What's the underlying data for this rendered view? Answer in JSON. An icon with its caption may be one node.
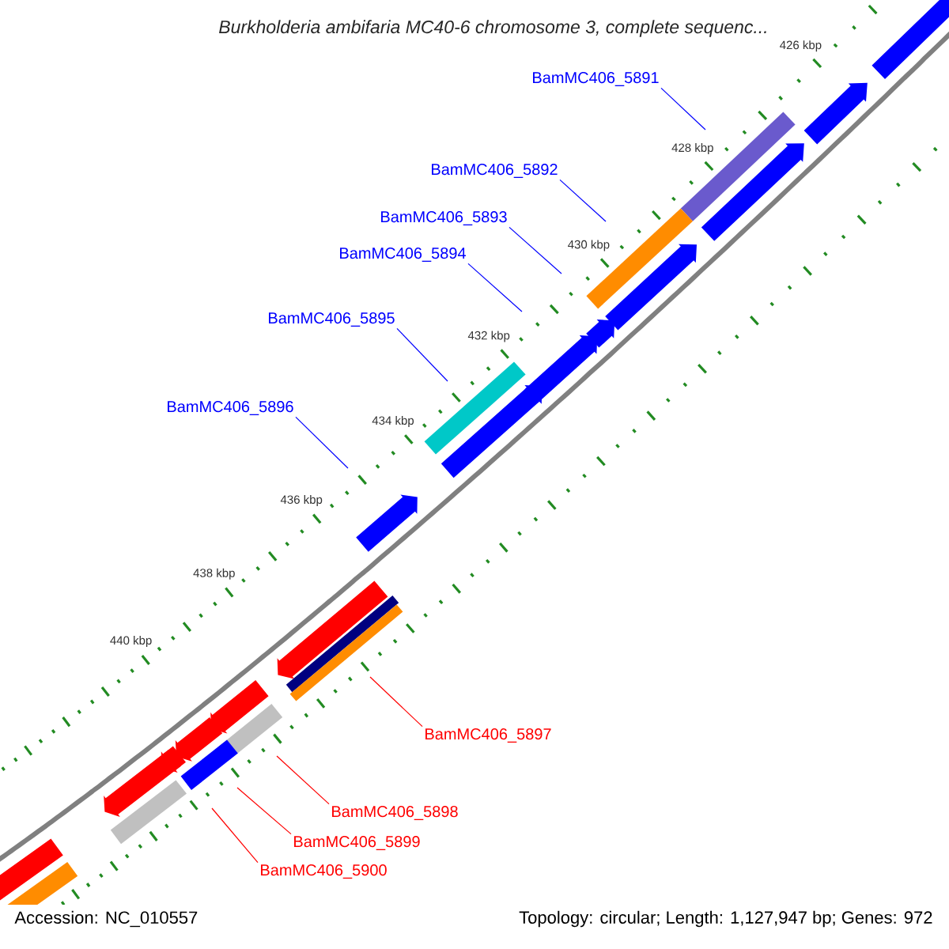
{
  "diagram": {
    "title": "Burkholderia ambifaria MC40-6 chromosome 3, complete sequenc...",
    "nodes": [
      {
        "text": [
          "BamMC406_5891"
        ]
      },
      {
        "text": [
          "BamMC406_5892"
        ]
      },
      {
        "text": [
          "BamMC406_5893"
        ]
      },
      {
        "text": [
          "BamMC406_5894"
        ]
      },
      {
        "text": [
          "BamMC406_5895"
        ]
      },
      {
        "text": [
          "BamMC406_5896"
        ]
      },
      {
        "text": [
          "BamMC406_5897"
        ]
      },
      {
        "text": [
          "BamMC406_5898"
        ]
      },
      {
        "text": [
          "BamMC406_5899"
        ]
      },
      {
        "text": [
          "BamMC406_5900"
        ]
      }
    ],
    "edges": [
      {
        "from": 0,
        "to": null,
        "arrow": "none"
      },
      {
        "from": 1,
        "to": null,
        "arrow": "none"
      },
      {
        "from": 2,
        "to": null,
        "arrow": "none"
      },
      {
        "from": 3,
        "to": null,
        "arrow": "none"
      },
      {
        "from": 4,
        "to": null,
        "arrow": "none"
      },
      {
        "from": 5,
        "to": null,
        "arrow": "none"
      },
      {
        "from": 6,
        "to": null,
        "arrow": "none",
        "color": "#ff0000"
      },
      {
        "from": 7,
        "to": null,
        "arrow": "none",
        "color": "#ff0000"
      },
      {
        "from": 8,
        "to": null,
        "arrow": "none",
        "color": "#ff0000"
      },
      {
        "from": 9,
        "to": null,
        "arrow": "none",
        "color": "#ff0000"
      }
    ],
    "labels": [
      "426 kbp",
      "428 kbp",
      "430 kbp",
      "432 kbp",
      "434 kbp",
      "436 kbp",
      "438 kbp",
      "440 kbp",
      "Accession: NC_010557",
      "Topology: circular; Length: 1,127,947 bp; Genes: 972"
    ]
  }
}
